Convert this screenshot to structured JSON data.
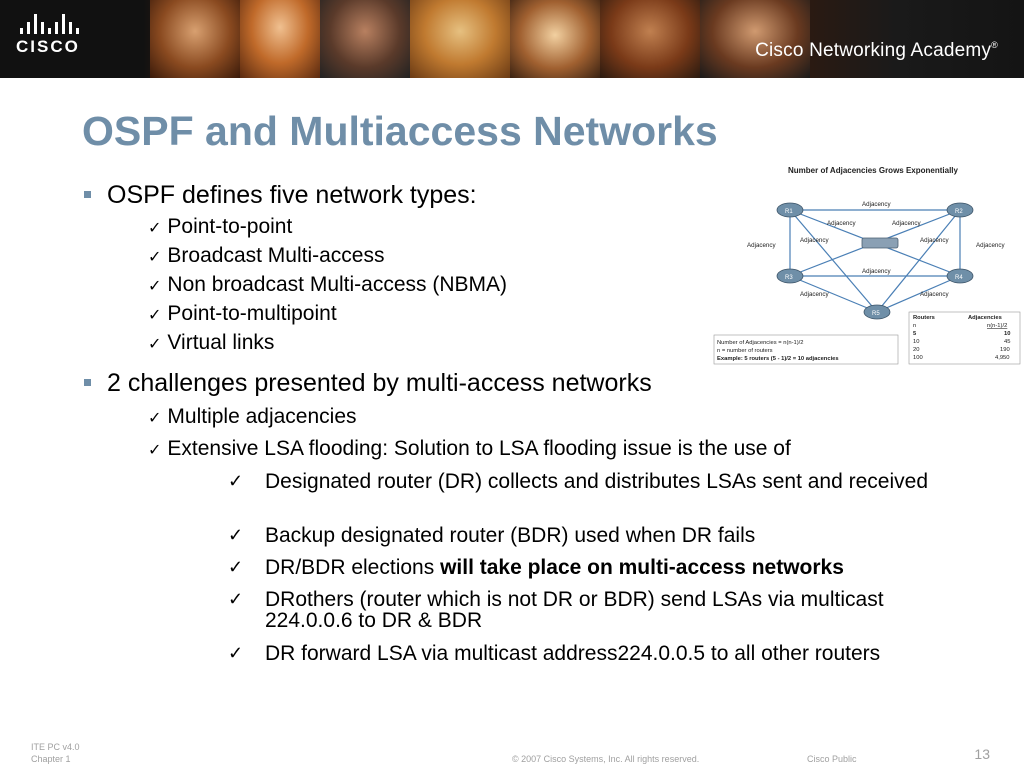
{
  "banner": {
    "logo_word": "CISCO",
    "academy": "Cisco Networking Academy",
    "academy_mark": "®"
  },
  "title": "OSPF and Multiaccess Networks",
  "bullets": [
    {
      "text": "OSPF defines five network types:",
      "items": [
        "Point-to-point",
        "Broadcast Multi-access",
        "Non broadcast Multi-access (NBMA)",
        "Point-to-multipoint",
        "Virtual links"
      ]
    },
    {
      "text": "2 challenges presented by multi-access networks",
      "items": [
        "Multiple adjacencies",
        "Extensive LSA flooding: Solution to LSA flooding issue is the use of"
      ]
    }
  ],
  "subitems": [
    {
      "text": "Designated router (DR) collects and distributes LSAs sent and received"
    },
    {
      "text": "Backup designated router (BDR) used when DR fails"
    },
    {
      "prefix": "DR/BDR elections ",
      "bold": "will take place on multi-access networks"
    },
    {
      "text": "DRothers  (router which is not DR or BDR) send LSAs via multicast 224.0.0.6 to DR & BDR"
    },
    {
      "text": "DR forward LSA via multicast address224.0.0.5 to all other routers"
    }
  ],
  "diagram": {
    "title": "Number of Adjacencies Grows Exponentially",
    "link_label": "Adjacency",
    "routers": [
      "R1",
      "R2",
      "R3",
      "R4",
      "R5"
    ],
    "formula": [
      "Number of Adjacencies = n(n-1)/2",
      "n = number of routers",
      "Example: 5 routers (5 - 1)/2 = 10 adjacencies"
    ],
    "table": {
      "headers": [
        "Routers",
        "Adjacencies"
      ],
      "subheaders": [
        "n",
        "n(n-1)/2"
      ],
      "rows": [
        [
          "5",
          "10"
        ],
        [
          "10",
          "45"
        ],
        [
          "20",
          "190"
        ],
        [
          "100",
          "4,950"
        ]
      ]
    }
  },
  "footer": {
    "course": "ITE PC v4.0",
    "chapter": "Chapter 1",
    "copyright": "© 2007 Cisco Systems, Inc. All rights reserved.",
    "classification": "Cisco Public",
    "page": "13"
  }
}
